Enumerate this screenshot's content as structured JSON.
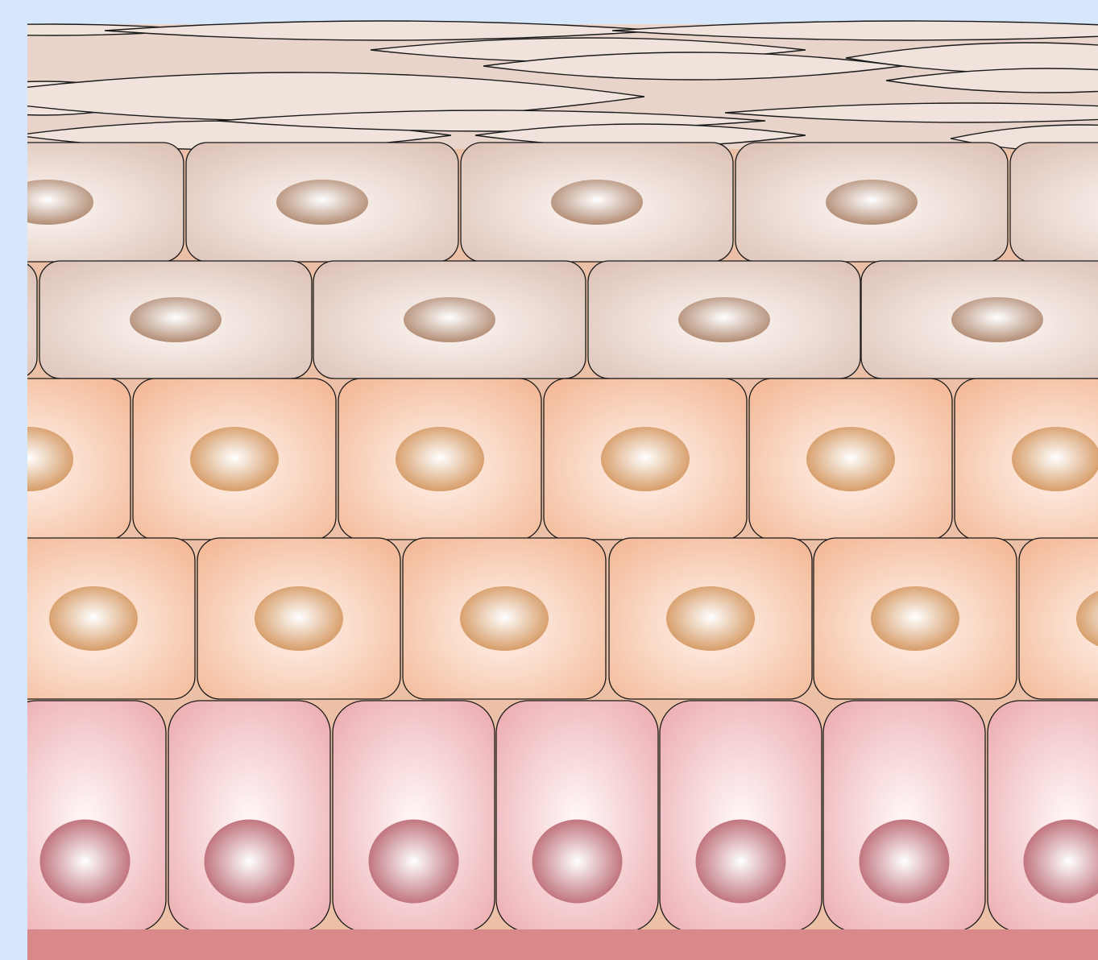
{
  "diagram": {
    "colors": {
      "background": "#d6e6fb",
      "intercellular": "#ecc0a6",
      "basement_membrane": "#d98989",
      "cell_outline": "#1a1a1a",
      "flat_cell_fill": "#efe3dc",
      "flat_row_gap": "#e9d4cb",
      "tan_cell_center": "#fdf7f4",
      "tan_cell_edge": "#dcc2b6",
      "tan_nucleus_center": "#ffffff",
      "tan_nucleus_edge": "#a97e63",
      "peach_cell_center": "#fff3ec",
      "peach_cell_edge": "#f3b896",
      "peach_nucleus_center": "#ffffff",
      "peach_nucleus_edge": "#cf8a4c",
      "pink_cell_center": "#fff8f8",
      "pink_cell_edge": "#eba8ad",
      "pink_nucleus_center": "#ffffff",
      "pink_nucleus_edge": "#b45a65"
    },
    "layers": [
      {
        "id": "flattened-cell-layer",
        "cell_shape": "lens",
        "nucleus": "none"
      },
      {
        "id": "tan-cell-row-1",
        "cell_shape": "rounded-rect",
        "nucleus": "oval",
        "palette": "tan"
      },
      {
        "id": "tan-cell-row-2",
        "cell_shape": "rounded-rect",
        "nucleus": "oval",
        "palette": "tan"
      },
      {
        "id": "peach-cell-row-1",
        "cell_shape": "rounded-rect",
        "nucleus": "oval",
        "palette": "peach"
      },
      {
        "id": "peach-cell-row-2",
        "cell_shape": "rounded-rect",
        "nucleus": "oval",
        "palette": "peach"
      },
      {
        "id": "pink-cell-row",
        "cell_shape": "columnar",
        "nucleus": "round",
        "palette": "pink"
      },
      {
        "id": "basement-membrane",
        "cell_shape": "band",
        "nucleus": "none"
      }
    ]
  }
}
